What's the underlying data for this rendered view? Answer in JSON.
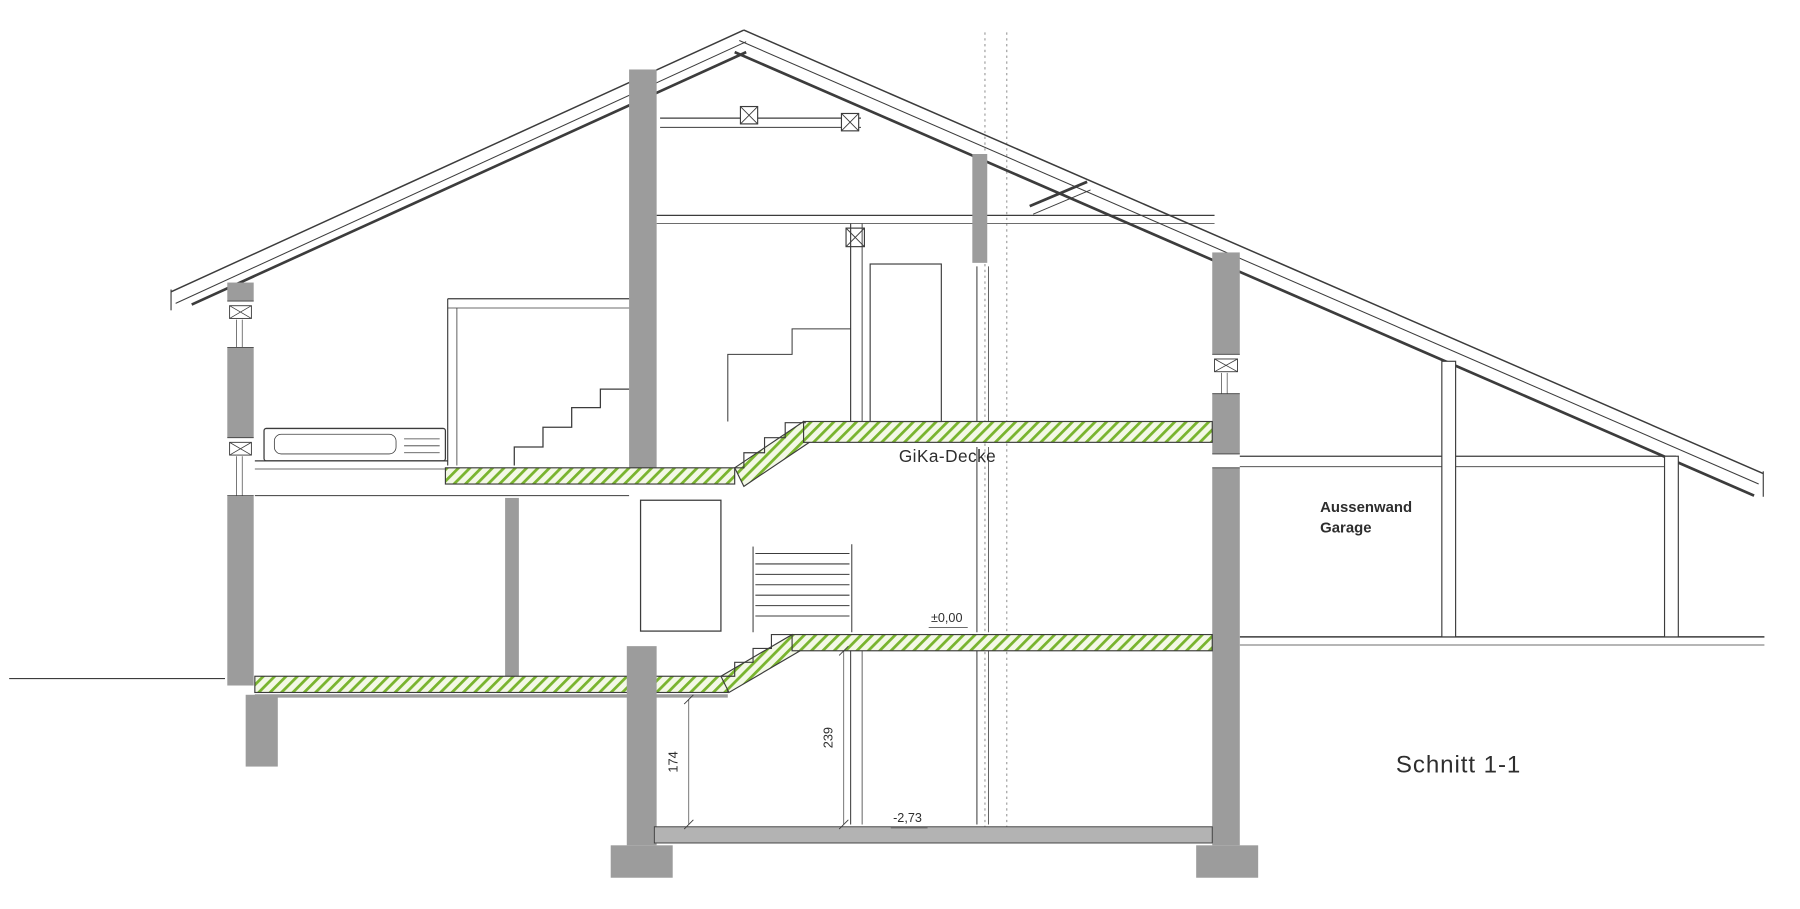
{
  "drawing": {
    "labels": {
      "ceiling": "GiKa-Decke",
      "garage_wall_line1": "Aussenwand",
      "garage_wall_line2": "Garage",
      "level_ground": "±0,00",
      "level_basement": "-2,73",
      "dim_basement_left": "174",
      "dim_basement_right": "239",
      "section_title": "Schnitt 1-1"
    },
    "colors": {
      "wall_gray": "#9c9c9c",
      "slab_gray": "#b3b3b3",
      "line_dark": "#3c3c3c",
      "hatch_green": "#79b42e",
      "hatch_bg": "#f3f8e6",
      "dashed_gray": "#9b9b9b",
      "text_dark": "#2e2e2e",
      "background": "#ffffff"
    }
  }
}
